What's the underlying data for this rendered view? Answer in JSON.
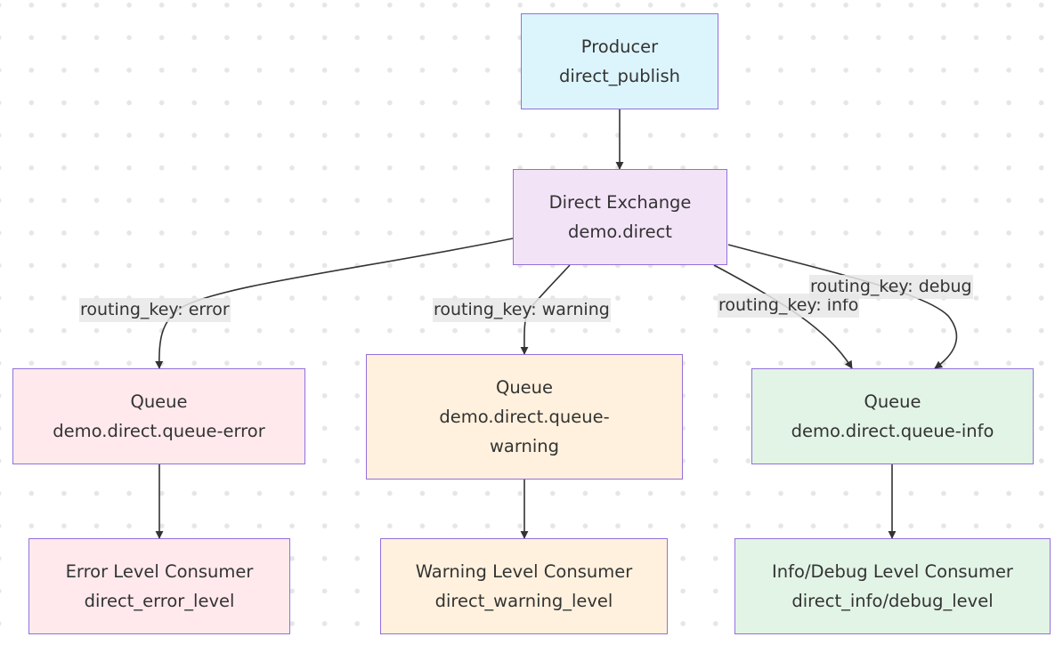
{
  "nodes": {
    "producer": {
      "title": "Producer",
      "subtitle": "direct_publish",
      "fill": "#dcf5fd"
    },
    "exchange": {
      "title": "Direct Exchange",
      "subtitle": "demo.direct",
      "fill": "#f3e3f7"
    },
    "queue_error": {
      "title": "Queue",
      "subtitle": "demo.direct.queue-error",
      "fill": "#ffe9ed"
    },
    "queue_warning": {
      "title": "Queue",
      "subtitle": "demo.direct.queue-",
      "subtitle2": "warning",
      "fill": "#fff1de"
    },
    "queue_info": {
      "title": "Queue",
      "subtitle": "demo.direct.queue-info",
      "fill": "#e2f4e6"
    },
    "consumer_error": {
      "title": "Error Level Consumer",
      "subtitle": "direct_error_level",
      "fill": "#ffe9ed"
    },
    "consumer_warning": {
      "title": "Warning Level Consumer",
      "subtitle": "direct_warning_level",
      "fill": "#fff1de"
    },
    "consumer_info": {
      "title": "Info/Debug Level Consumer",
      "subtitle": "direct_info/debug_level",
      "fill": "#e2f4e6"
    }
  },
  "edge_labels": {
    "error": "routing_key: error",
    "warning": "routing_key: warning",
    "info": "routing_key: info",
    "debug": "routing_key: debug"
  },
  "colors": {
    "border": "#9370db",
    "edge": "#333333",
    "label_bg": "#e8e8e8"
  }
}
